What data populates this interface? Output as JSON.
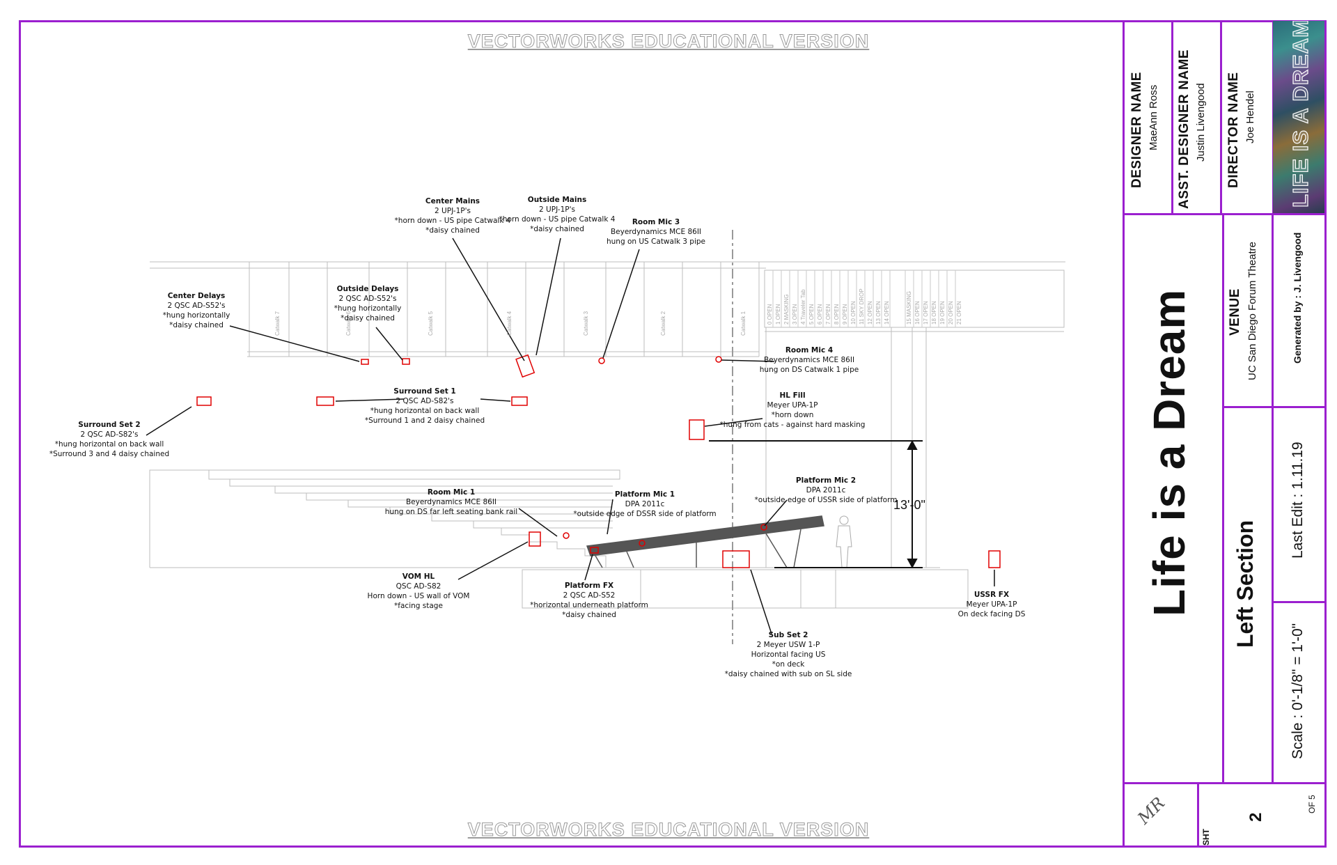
{
  "watermark": {
    "top": "VECTORWORKS EDUCATIONAL VERSION",
    "bottom": "VECTORWORKS EDUCATIONAL VERSION"
  },
  "callouts": {
    "center_mains": [
      "Center Mains",
      "2 UPJ-1P's",
      "*horn down - US pipe Catwalk 4",
      "*daisy chained"
    ],
    "outside_mains": [
      "Outside Mains",
      "2 UPJ-1P's",
      "*horn down - US pipe Catwalk 4",
      "*daisy chained"
    ],
    "room_mic_3": [
      "Room Mic 3",
      "Beyerdynamics MCE 86II",
      "hung on US Catwalk 3 pipe"
    ],
    "center_delays": [
      "Center Delays",
      "2 QSC AD-S52's",
      "*hung horizontally",
      "*daisy chained"
    ],
    "outside_delays": [
      "Outside Delays",
      "2 QSC AD-S52's",
      "*hung horizontally",
      "*daisy chained"
    ],
    "room_mic_4": [
      "Room Mic 4",
      "Beyerdynamics MCE 86II",
      "hung on DS Catwalk 1 pipe"
    ],
    "surround_set_1": [
      "Surround Set 1",
      "2 QSC AD-S82's",
      "*hung horizontal on back wall",
      "*Surround 1 and 2 daisy chained"
    ],
    "hl_fill": [
      "HL Fill",
      "Meyer UPA-1P",
      "*horn down",
      "*hung from cats - against hard masking"
    ],
    "surround_set_2": [
      "Surround Set 2",
      "2 QSC AD-S82's",
      "*hung horizontal on back wall",
      "*Surround 3 and 4 daisy chained"
    ],
    "room_mic_1": [
      "Room Mic 1",
      "Beyerdynamics MCE 86II",
      "hung on DS far left seating bank rail"
    ],
    "platform_mic_1": [
      "Platform Mic 1",
      "DPA 2011c",
      "*outside edge of DSSR side of platform"
    ],
    "platform_mic_2": [
      "Platform Mic 2",
      "DPA 2011c",
      "*outside edge of USSR side of platform"
    ],
    "vom_hl": [
      "VOM HL",
      "QSC AD-S82",
      "Horn down - US wall of VOM",
      "*facing stage"
    ],
    "platform_fx": [
      "Platform FX",
      "2 QSC AD-S52",
      "*horizontal underneath platform",
      "*daisy chained"
    ],
    "sub_set_2": [
      "Sub Set 2",
      "2 Meyer USW 1-P",
      "Horizontal facing US",
      "*on deck",
      "*daisy chained with sub on SL side"
    ],
    "ussr_fx": [
      "USSR FX",
      "Meyer UPA-1P",
      "On deck facing DS"
    ]
  },
  "dimension": "13'-0\"",
  "catwalk_labels": [
    "Catwalk 7",
    "Catwalk 6",
    "Catwalk 5",
    "Catwalk 4",
    "Catwalk 3",
    "Catwalk 2",
    "Catwalk 1"
  ],
  "lineset_labels": [
    "0 OPEN",
    "1 OPEN",
    "2 MASKING",
    "3 OPEN",
    "4 Traveler Tab",
    "5 OPEN",
    "6 OPEN",
    "7 OPEN",
    "8 OPEN",
    "9 OPEN",
    "10 OPEN",
    "11 SKY DROP",
    "12 OPEN",
    "13 OPEN",
    "14 OPEN",
    "15 MASKING",
    "16 OPEN",
    "17 OPEN",
    "18 OPEN",
    "19 OPEN",
    "20 OPEN",
    "21 OPEN"
  ],
  "title_block": {
    "designer_label": "DESIGNER NAME",
    "designer": "MaeAnn Ross",
    "asst_label": "ASST. DESIGNER NAME",
    "asst": "Justin Livengood",
    "director_label": "DIRECTOR NAME",
    "director": "Joe Hendel",
    "production": "Life is a Dream",
    "venue_label": "VENUE",
    "venue": "UC San Diego Forum Theatre",
    "generated_by": "Generated by : J. Livengood",
    "sheet_title": "Left Section",
    "last_edit": "Last Edit : 1.11.19",
    "scale": "Scale : 0'-1/8\" = 1'-0\"",
    "sht_label": "SHT",
    "sheet_number": "2",
    "of_total": "OF 5",
    "logo": "MR",
    "art_text": "LIFE IS A DREAM"
  },
  "colors": {
    "border": "#9b1fcf",
    "speaker": "#e00000",
    "line": "#b8b8b8"
  }
}
